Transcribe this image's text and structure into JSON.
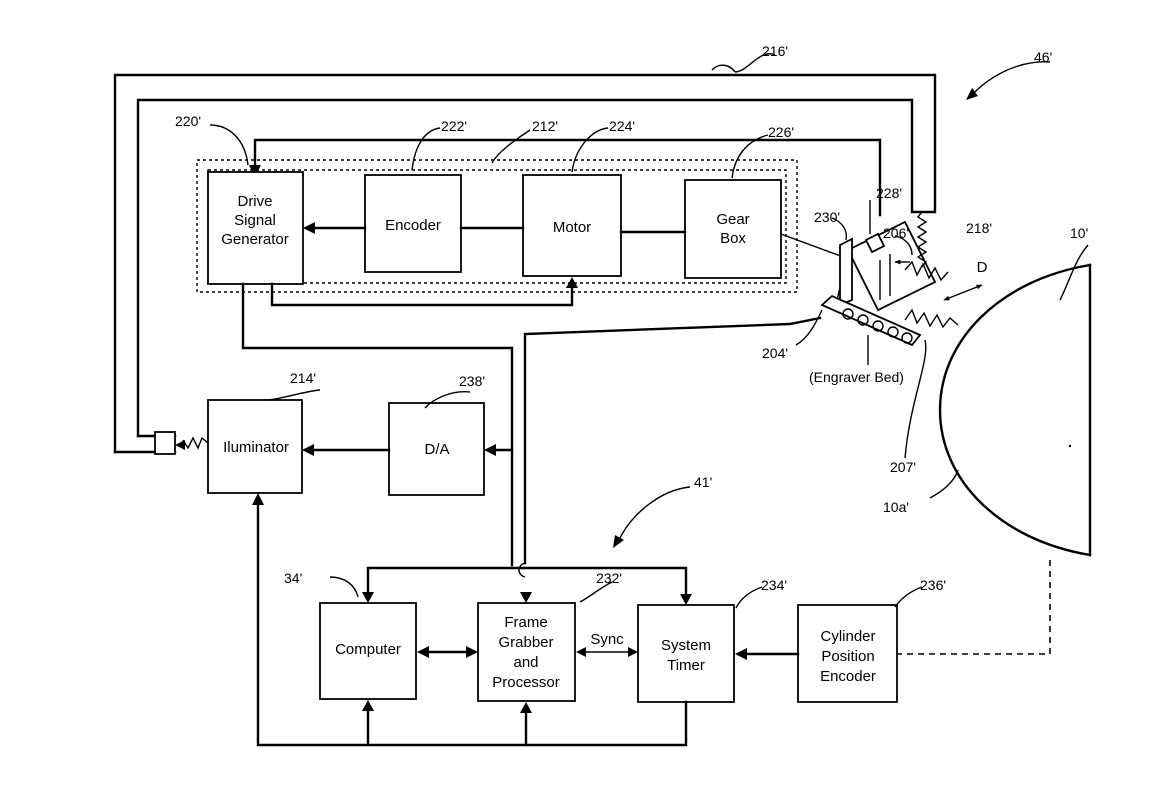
{
  "blocks": {
    "drive_signal_generator": [
      "Drive",
      "Signal",
      "Generator"
    ],
    "encoder": "Encoder",
    "motor": "Motor",
    "gear_box": [
      "Gear",
      "Box"
    ],
    "illuminator": "Iluminator",
    "d_a": "D/A",
    "computer": "Computer",
    "frame_grabber": [
      "Frame",
      "Grabber",
      "and",
      "Processor"
    ],
    "system_timer": [
      "System",
      "Timer"
    ],
    "cylinder_position_encoder": [
      "Cylinder",
      "Position",
      "Encoder"
    ]
  },
  "labels": {
    "sync": "Sync",
    "engraver_bed": "(Engraver Bed)",
    "direction": "D"
  },
  "refs": {
    "r216": "216'",
    "r46": "46'",
    "r220": "220'",
    "r222": "222'",
    "r212": "212'",
    "r224": "224'",
    "r226": "226'",
    "r228": "228'",
    "r230": "230'",
    "r206": "206'",
    "r218": "218'",
    "r10": "10'",
    "r204": "204'",
    "r214": "214'",
    "r238": "238'",
    "r207": "207'",
    "r10a": "10a'",
    "r41": "41'",
    "r34": "34'",
    "r232": "232'",
    "r234": "234'",
    "r236": "236'"
  }
}
